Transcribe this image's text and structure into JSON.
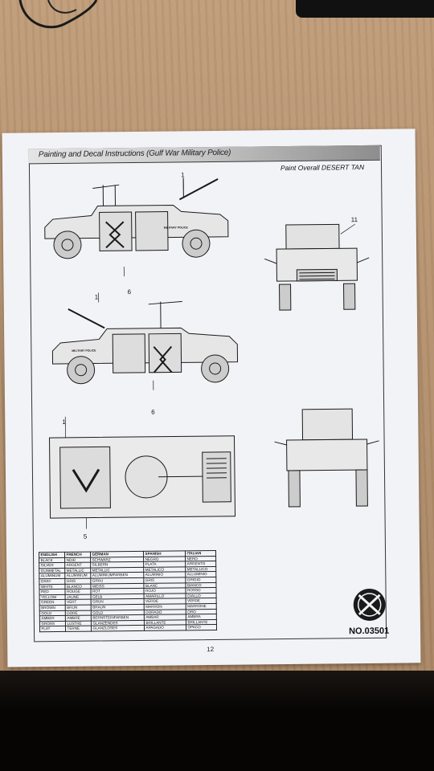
{
  "sheet": {
    "title": "Painting and Decal Instructions (Gulf War Military Police)",
    "paint_label": "Paint Overall DESERT TAN",
    "callouts": {
      "side_top_1": "1",
      "side_top_6": "6",
      "front_11": "11",
      "side_bottom_1": "1",
      "side_bottom_6": "6",
      "top_view_1": "1",
      "top_view_5": "5"
    },
    "decal_text": {
      "side_top": "MILITARY POLICE",
      "side_bottom": "MILITARY POLICE"
    },
    "model_number": "NO.03501",
    "page_number": "12"
  },
  "paint_table": {
    "headers": [
      "ENGLISH",
      "FRENCH",
      "GERMAN",
      "SPANISH",
      "ITALIAN"
    ],
    "rows": [
      [
        "BLACK",
        "NOIR",
        "SCHWARZ",
        "NEGRO",
        "NERO"
      ],
      [
        "SILVER",
        "ARGENT",
        "SILBERN",
        "PLATA",
        "ARGENTO"
      ],
      [
        "GUNMETAL",
        "METALLIC",
        "METALLIC",
        "METALICO",
        "METALLICO"
      ],
      [
        "ALUMINUM",
        "ALUMINIUM",
        "ALUMINIUMFARBEN",
        "ALUMINIO",
        "ALLUMINIO"
      ],
      [
        "GRAY",
        "GRIS",
        "GRAU",
        "GRIS",
        "GRIGIO"
      ],
      [
        "WHITE",
        "BLANCO",
        "WEISS",
        "BLANC",
        "BIANCO"
      ],
      [
        "RED",
        "ROUGE",
        "ROT",
        "ROJO",
        "ROSSO"
      ],
      [
        "YELLOW",
        "JAUNE",
        "GELB",
        "AMARILLO",
        "GIALLO"
      ],
      [
        "GREEN",
        "VERT",
        "GRUN",
        "VERDE",
        "VERDE"
      ],
      [
        "BROWN",
        "BRUN",
        "BRAUN",
        "MARRON",
        "MARRONE"
      ],
      [
        "GOLD",
        "DORE",
        "GOLD",
        "DORADO",
        "ORO"
      ],
      [
        "AMBER",
        "AMBRE",
        "BERNSTEINFARBEN",
        "AMBAR",
        "AMBRA"
      ],
      [
        "GROSS",
        "LUSTRE",
        "GLANZENDES",
        "BRILLANTE",
        "BRILLANTE"
      ],
      [
        "FLAT",
        "TERNE",
        "GLANZLOSES",
        "APAGADO",
        "OPACO"
      ]
    ]
  },
  "colors": {
    "paper": "#f2f3f6",
    "ink": "#1a1a1a",
    "wood": "#b38e6a"
  }
}
